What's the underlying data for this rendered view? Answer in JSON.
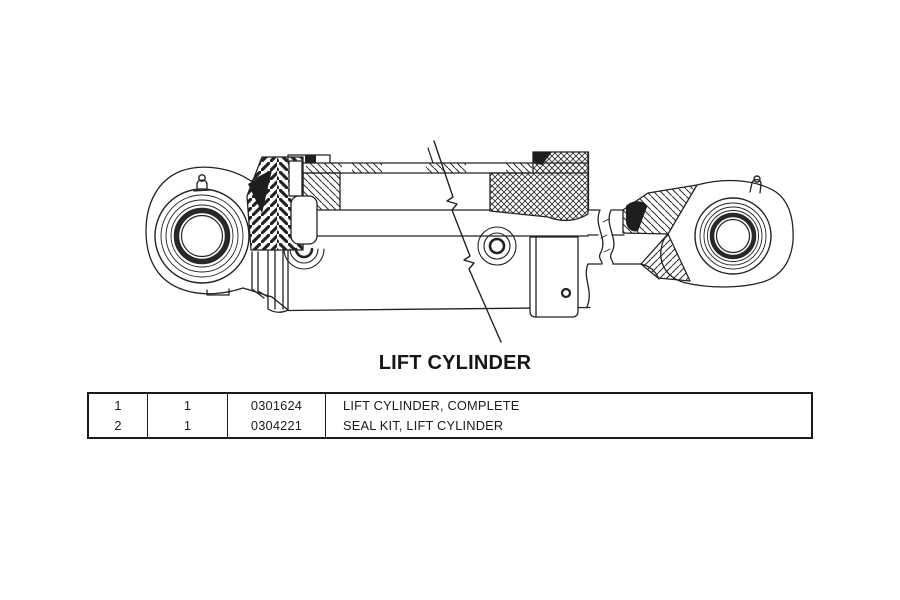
{
  "page": {
    "background_color": "#ffffff",
    "ink_color": "#1e1e1e"
  },
  "figure": {
    "title": "LIFT CYLINDER"
  },
  "parts_table": {
    "rows": [
      {
        "item": "1",
        "qty": "1",
        "part_number": "0301624",
        "description": "LIFT CYLINDER, COMPLETE"
      },
      {
        "item": "2",
        "qty": "1",
        "part_number": "0304221",
        "description": "SEAL KIT, LIFT CYLINDER"
      }
    ]
  }
}
